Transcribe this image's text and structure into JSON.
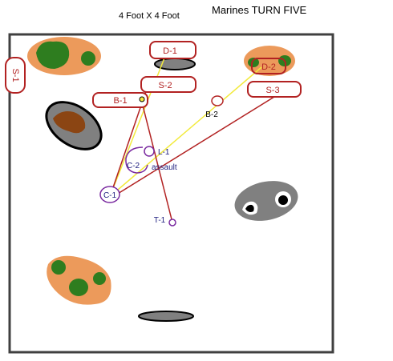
{
  "header": {
    "size": "4 Foot X 4 Foot",
    "turn": "Marines TURN FIVE"
  },
  "colors": {
    "table_border": "#404040",
    "unit_outline": "#b22222",
    "marker_outline": "#7a2aa0",
    "fire_line_yellow": "#f2ea3c",
    "fire_line_red": "#b22222",
    "assault_text": "#202080",
    "terrain_orange": "#ec9a5b",
    "terrain_green": "#2e7d1f",
    "rock_gray": "#808080",
    "crater_brown": "#8b4513"
  },
  "units": [
    {
      "label": "S-1",
      "kind": "box-vertical"
    },
    {
      "label": "D-1",
      "kind": "box"
    },
    {
      "label": "D-2",
      "kind": "box"
    },
    {
      "label": "S-2",
      "kind": "box"
    },
    {
      "label": "B-1",
      "kind": "box"
    },
    {
      "label": "S-3",
      "kind": "box"
    },
    {
      "label": "B-2",
      "kind": "marker"
    },
    {
      "label": "L-1",
      "kind": "marker"
    },
    {
      "label": "C-2",
      "kind": "marker"
    },
    {
      "label": "C-1",
      "kind": "marker"
    },
    {
      "label": "T-1",
      "kind": "marker"
    }
  ],
  "annotations": {
    "assault": "assault"
  },
  "terrain": [
    {
      "kind": "woods",
      "name": "top-left woods"
    },
    {
      "kind": "woods",
      "name": "top-right woods"
    },
    {
      "kind": "woods",
      "name": "bottom-left woods"
    },
    {
      "kind": "rock",
      "name": "top-center rock"
    },
    {
      "kind": "crater",
      "name": "left crater"
    },
    {
      "kind": "rock",
      "name": "right crater"
    },
    {
      "kind": "rock",
      "name": "bottom-center rock"
    }
  ]
}
